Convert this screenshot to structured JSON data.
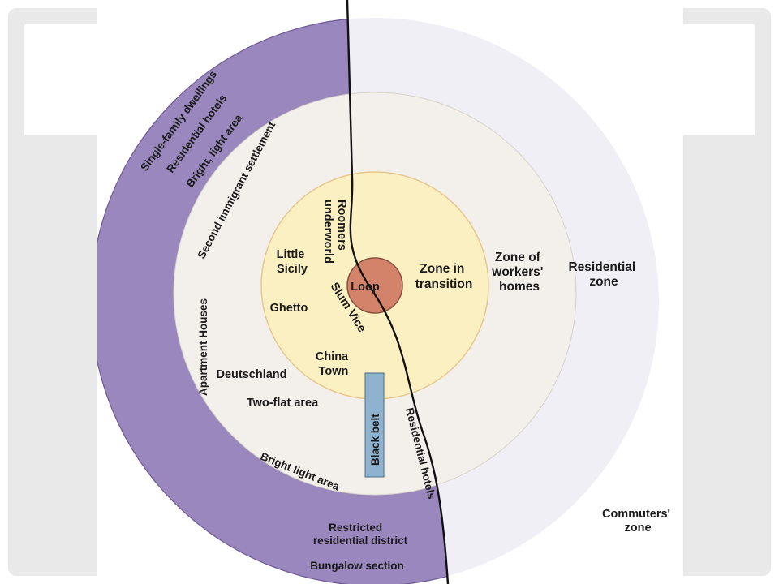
{
  "diagram": {
    "zones": {
      "loop": "Loop",
      "transition": [
        "Zone in",
        "transition"
      ],
      "workers": [
        "Zone of",
        "workers'",
        "homes"
      ],
      "residential": [
        "Residential",
        "zone"
      ],
      "commuters": [
        "Commuters'",
        "zone"
      ]
    },
    "districts": {
      "roomers": [
        "Roomers",
        "underworld"
      ],
      "little_sicily": [
        "Little",
        "Sicily"
      ],
      "ghetto": "Ghetto",
      "slum_vice": "Slum Vice",
      "china_town": [
        "China",
        "Town"
      ],
      "deutschland": "Deutschland",
      "two_flat": "Two-flat area",
      "black_belt": "Black belt",
      "second_immigrant": "Second immigrant settlement",
      "apartment_houses": "Apartment Houses",
      "single_family": "Single-family dwellings",
      "residential_hotels_top": "Residential hotels",
      "bright_light_top": "Bright, light area",
      "bright_light_bottom": "Bright light area",
      "residential_hotels_right": "Residential hotels",
      "restricted": [
        "Restricted",
        "residential district"
      ],
      "bungalow": "Bungalow section"
    },
    "colors": {
      "loop_fill": "#d4836b",
      "transition_fill": "#fbf0c1",
      "workers_fill": "#f3efea",
      "residential_fill": "#9a87bd",
      "commuters_fill": "#f1eff6",
      "black_belt_fill": "#8fb3cf"
    }
  }
}
